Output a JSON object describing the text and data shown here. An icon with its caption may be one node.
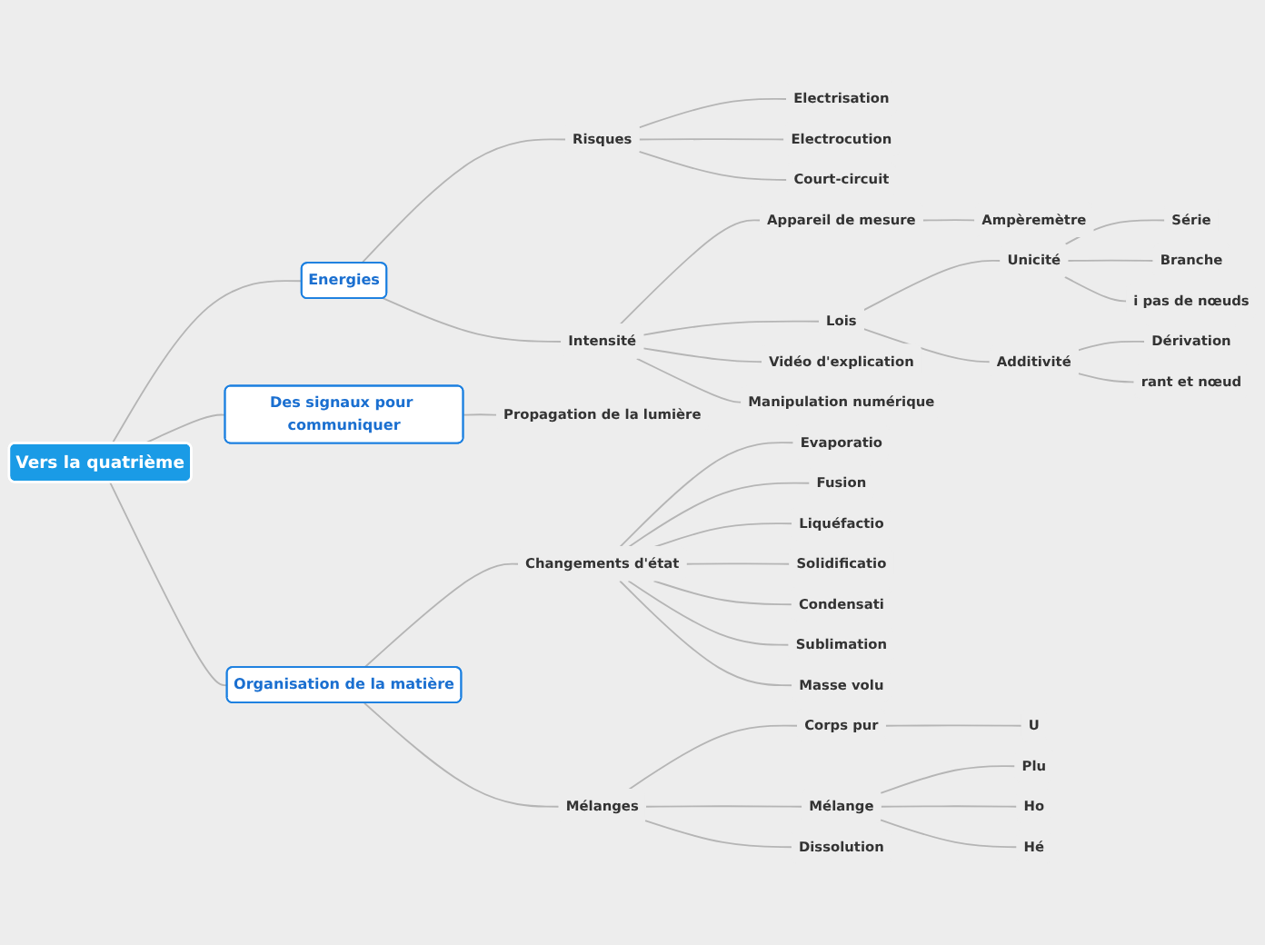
{
  "diagram": {
    "nodes": [
      {
        "text": [
          "Vers la quatrième"
        ]
      },
      {
        "text": [
          "Energies"
        ]
      },
      {
        "text": [
          "Risques"
        ]
      },
      {
        "text": [
          "Electrisation"
        ]
      },
      {
        "text": [
          "Electrocution"
        ]
      },
      {
        "text": [
          "Court-circuit"
        ]
      },
      {
        "text": [
          "Intensité"
        ]
      },
      {
        "text": [
          "Appareil de mesure"
        ]
      },
      {
        "text": [
          "Ampèremètre"
        ]
      },
      {
        "text": [
          "Lois"
        ]
      },
      {
        "text": [
          "Unicité"
        ]
      },
      {
        "text": [
          "Série"
        ]
      },
      {
        "text": [
          "Branche"
        ]
      },
      {
        "text": [
          "i pas de nœuds"
        ]
      },
      {
        "text": [
          "Additivité"
        ]
      },
      {
        "text": [
          "Dérivation"
        ]
      },
      {
        "text": [
          "rant et nœud"
        ]
      },
      {
        "text": [
          "Vidéo d'explication"
        ]
      },
      {
        "text": [
          "Manipulation numérique"
        ]
      },
      {
        "text": [
          "Des signaux pour communiquer"
        ]
      },
      {
        "text": [
          "Propagation de la lumière"
        ]
      },
      {
        "text": [
          "Organisation de la matière"
        ]
      },
      {
        "text": [
          "Changements d'état"
        ]
      },
      {
        "text": [
          "Evaporatio"
        ]
      },
      {
        "text": [
          "Fusion"
        ]
      },
      {
        "text": [
          "Liquéfactio"
        ]
      },
      {
        "text": [
          "Solidificatio"
        ]
      },
      {
        "text": [
          "Condensati"
        ]
      },
      {
        "text": [
          "Sublimation"
        ]
      },
      {
        "text": [
          "Masse volu"
        ]
      },
      {
        "text": [
          "Mélanges"
        ]
      },
      {
        "text": [
          "Corps pur"
        ]
      },
      {
        "text": [
          "U"
        ]
      },
      {
        "text": [
          "Mélange"
        ]
      },
      {
        "text": [
          "Plu"
        ]
      },
      {
        "text": [
          "Ho"
        ]
      },
      {
        "text": [
          "Hé"
        ]
      },
      {
        "text": [
          "Dissolution"
        ]
      }
    ],
    "edges": [
      {
        "from": 0,
        "to": 1,
        "arrow": "none"
      },
      {
        "from": 0,
        "to": 19,
        "arrow": "none"
      },
      {
        "from": 0,
        "to": 21,
        "arrow": "none"
      },
      {
        "from": 1,
        "to": 2,
        "arrow": "none"
      },
      {
        "from": 2,
        "to": 3,
        "arrow": "none"
      },
      {
        "from": 2,
        "to": 4,
        "arrow": "none"
      },
      {
        "from": 2,
        "to": 5,
        "arrow": "none"
      },
      {
        "from": 1,
        "to": 6,
        "arrow": "none"
      },
      {
        "from": 6,
        "to": 7,
        "arrow": "none"
      },
      {
        "from": 7,
        "to": 8,
        "arrow": "none"
      },
      {
        "from": 6,
        "to": 9,
        "arrow": "none"
      },
      {
        "from": 9,
        "to": 10,
        "arrow": "none"
      },
      {
        "from": 10,
        "to": 11,
        "arrow": "none"
      },
      {
        "from": 10,
        "to": 12,
        "arrow": "none"
      },
      {
        "from": 10,
        "to": 13,
        "arrow": "none"
      },
      {
        "from": 9,
        "to": 14,
        "arrow": "none"
      },
      {
        "from": 14,
        "to": 15,
        "arrow": "none"
      },
      {
        "from": 14,
        "to": 16,
        "arrow": "none"
      },
      {
        "from": 6,
        "to": 17,
        "arrow": "none"
      },
      {
        "from": 6,
        "to": 18,
        "arrow": "none"
      },
      {
        "from": 19,
        "to": 20,
        "arrow": "none"
      },
      {
        "from": 21,
        "to": 22,
        "arrow": "none"
      },
      {
        "from": 22,
        "to": 23,
        "arrow": "none"
      },
      {
        "from": 22,
        "to": 24,
        "arrow": "none"
      },
      {
        "from": 22,
        "to": 25,
        "arrow": "none"
      },
      {
        "from": 22,
        "to": 26,
        "arrow": "none"
      },
      {
        "from": 22,
        "to": 27,
        "arrow": "none"
      },
      {
        "from": 22,
        "to": 28,
        "arrow": "none"
      },
      {
        "from": 22,
        "to": 29,
        "arrow": "none"
      },
      {
        "from": 21,
        "to": 30,
        "arrow": "none"
      },
      {
        "from": 30,
        "to": 31,
        "arrow": "none"
      },
      {
        "from": 31,
        "to": 32,
        "arrow": "none"
      },
      {
        "from": 30,
        "to": 33,
        "arrow": "none"
      },
      {
        "from": 33,
        "to": 34,
        "arrow": "none"
      },
      {
        "from": 33,
        "to": 35,
        "arrow": "none"
      },
      {
        "from": 33,
        "to": 36,
        "arrow": "none"
      },
      {
        "from": 30,
        "to": 37,
        "arrow": "none"
      }
    ]
  }
}
